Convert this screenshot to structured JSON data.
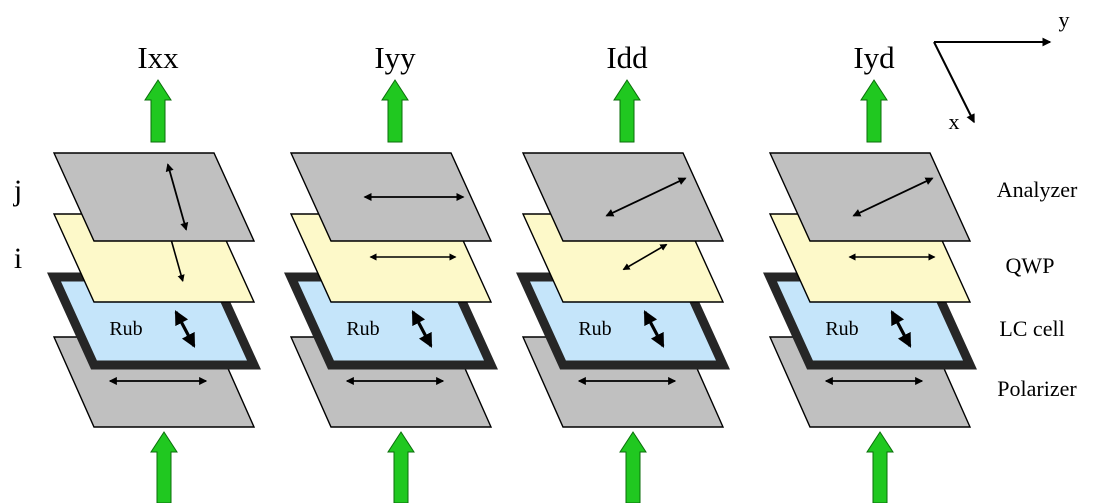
{
  "columns": [
    {
      "title": "Ixx",
      "analyzer_axis": "y",
      "qwp_axis": "y",
      "rub_label": "Rub"
    },
    {
      "title": "Iyy",
      "analyzer_axis": "x",
      "qwp_axis": "x",
      "rub_label": "Rub"
    },
    {
      "title": "Idd",
      "analyzer_axis": "d",
      "qwp_axis": "d",
      "rub_label": "Rub"
    },
    {
      "title": "Iyd",
      "analyzer_axis": "d",
      "qwp_axis": "x",
      "rub_label": "Rub"
    }
  ],
  "layer_labels": {
    "analyzer": "Analyzer",
    "qwp": "QWP",
    "lc_cell": "LC cell",
    "polarizer": "Polarizer"
  },
  "side_labels": {
    "j": "j",
    "i": "i"
  },
  "axes": {
    "x": "x",
    "y": "y"
  },
  "colors": {
    "analyzer": "#c0c0c0",
    "polarizer": "#c0c0c0",
    "qwp": "#fdf9c9",
    "lc_cell": "#c5e5fa",
    "lc_frame": "#262626",
    "light_arrow": "#20c820",
    "light_arrow_edge": "#0a6e0a"
  }
}
